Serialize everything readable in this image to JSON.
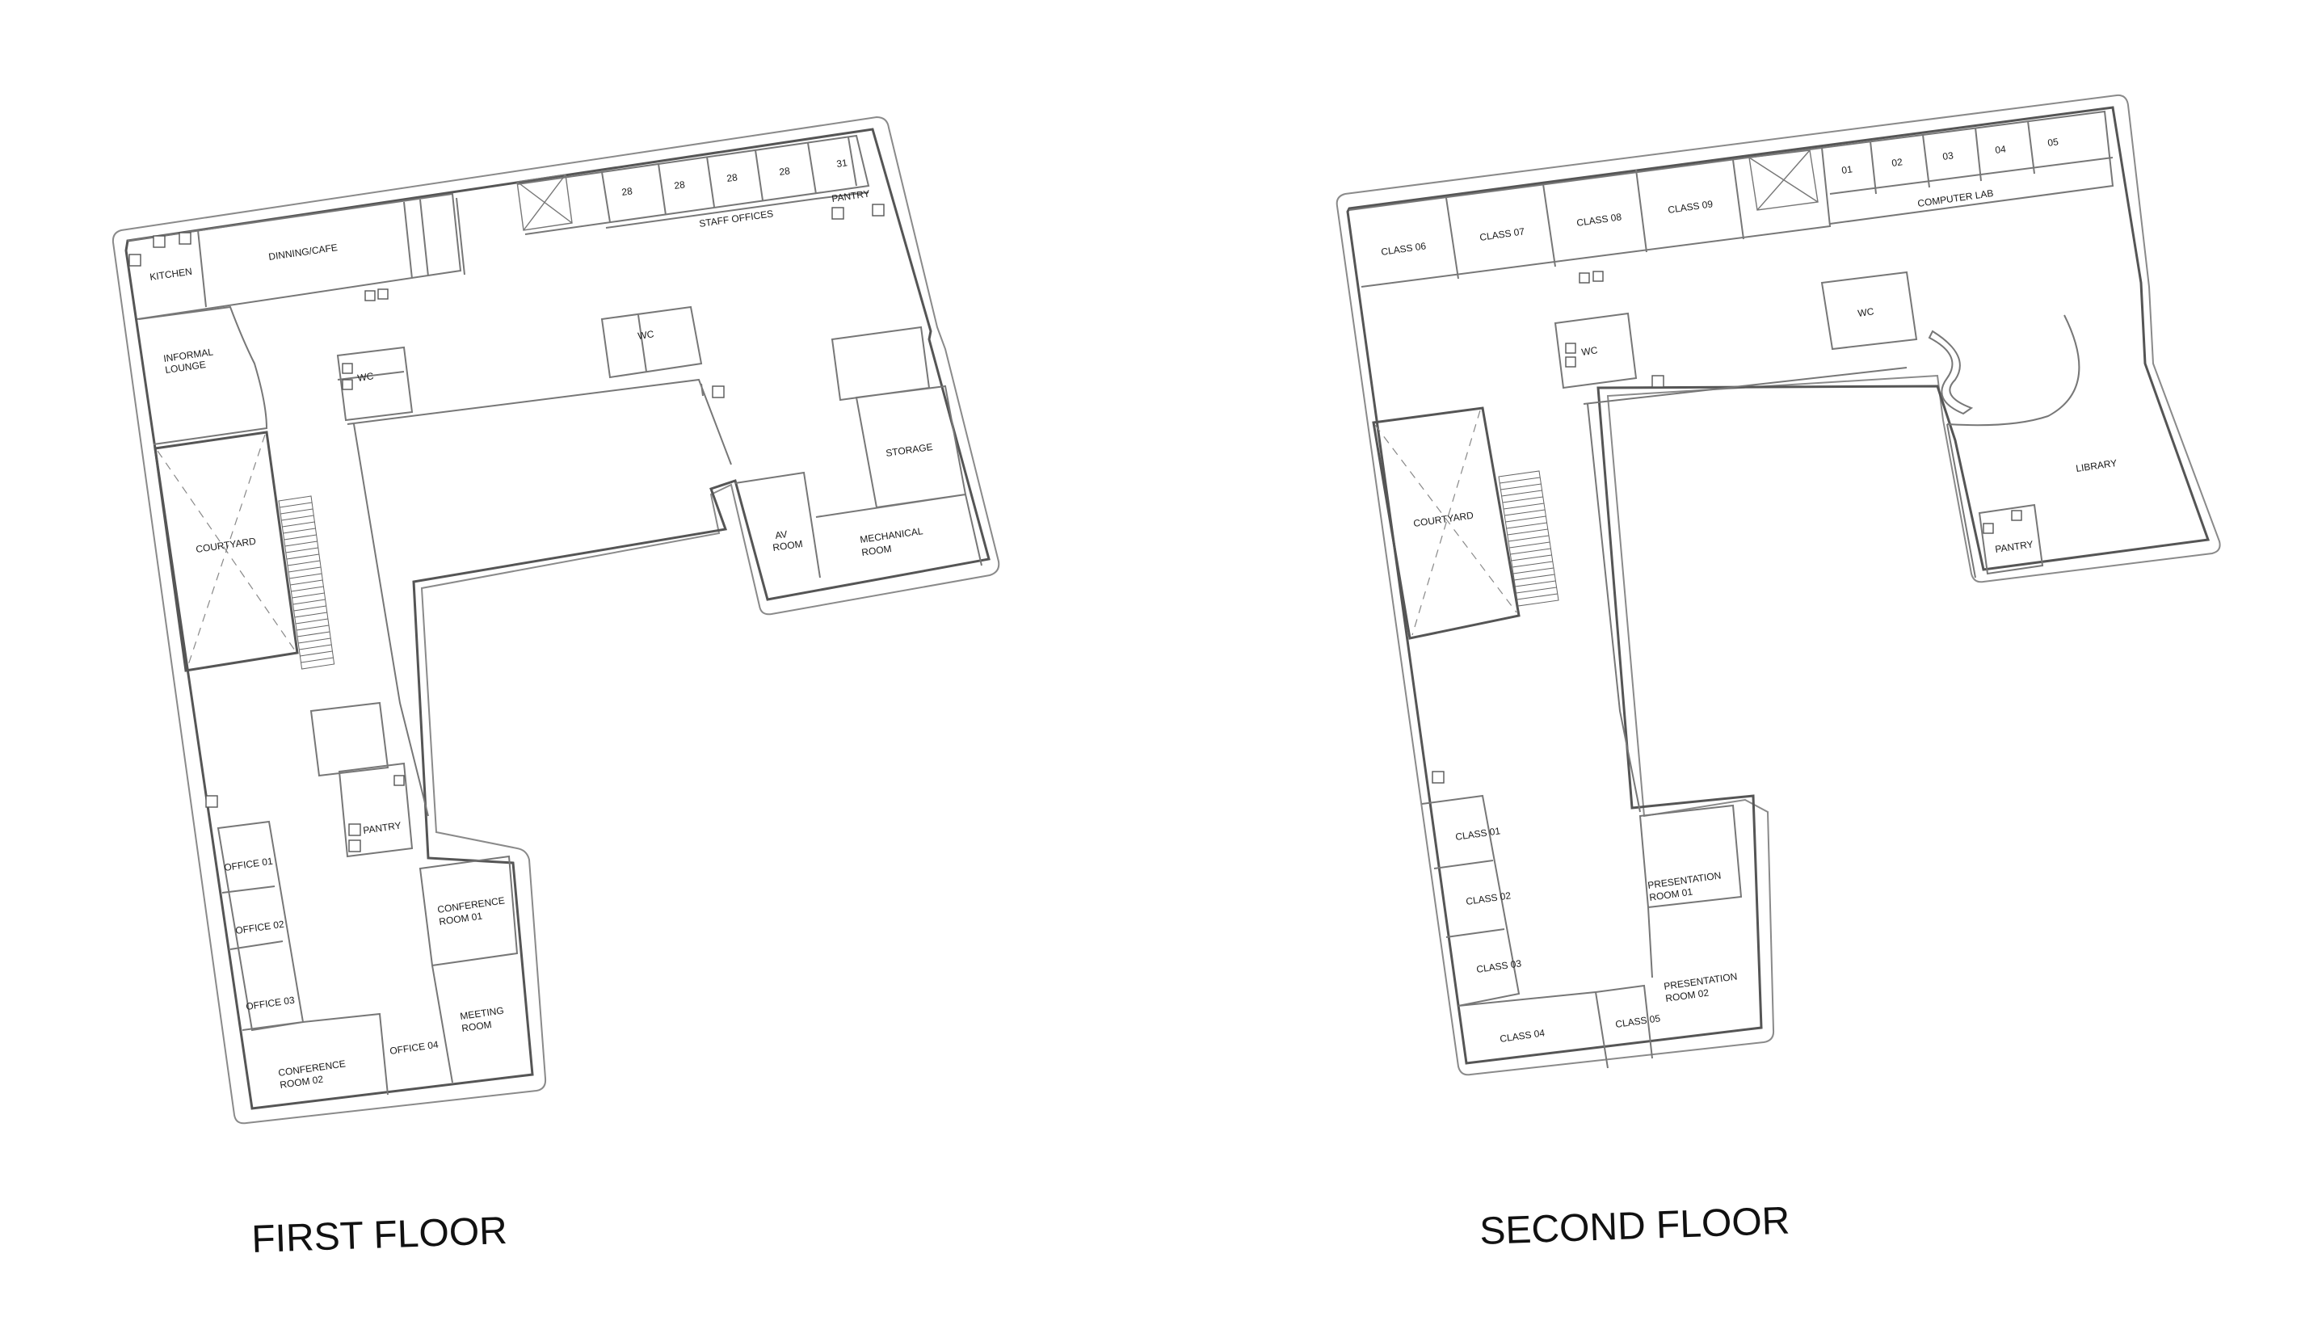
{
  "floors": [
    {
      "title": "FIRST FLOOR",
      "rooms": {
        "kitchen": "KITCHEN",
        "dining": "DINNING/CAFE",
        "informal_lounge": [
          "INFORMAL",
          "LOUNGE"
        ],
        "courtyard": "COURTYARD",
        "wc": "WC",
        "office_28_a": "28",
        "office_28_b": "28",
        "office_28_c": "28",
        "office_28_d": "28",
        "office_31": "31",
        "pantry_top": "PANTRY",
        "staff_offices": "STAFF OFFICES",
        "storage": "STORAGE",
        "av_room": [
          "AV",
          "ROOM"
        ],
        "mechanical_room": [
          "MECHANICAL",
          "ROOM"
        ],
        "pantry_bottom": "PANTRY",
        "office_01": "OFFICE 01",
        "office_02": "OFFICE 02",
        "office_03": "OFFICE 03",
        "office_04": "OFFICE 04",
        "conference_room_01": [
          "CONFERENCE",
          "ROOM 01"
        ],
        "conference_room_02": [
          "CONFERENCE",
          "ROOM 02"
        ],
        "meeting_room": [
          "MEETING",
          "ROOM"
        ]
      }
    },
    {
      "title": "SECOND FLOOR",
      "rooms": {
        "class_06": "CLASS 06",
        "class_07": "CLASS 07",
        "class_08": "CLASS 08",
        "class_09": "CLASS 09",
        "lab_01": "01",
        "lab_02": "02",
        "lab_03": "03",
        "lab_04": "04",
        "lab_05": "05",
        "computer_lab": "COMPUTER LAB",
        "wc_left": "WC",
        "wc_right": "WC",
        "courtyard": "COURTYARD",
        "library": "LIBRARY",
        "pantry": "PANTRY",
        "class_01": "CLASS 01",
        "class_02": "CLASS 02",
        "class_03": "CLASS 03",
        "class_04": "CLASS 04",
        "class_05": "CLASS 05",
        "presentation_room_01": [
          "PRESENTATION",
          "ROOM 01"
        ],
        "presentation_room_02": [
          "PRESENTATION",
          "ROOM 02"
        ]
      }
    }
  ]
}
